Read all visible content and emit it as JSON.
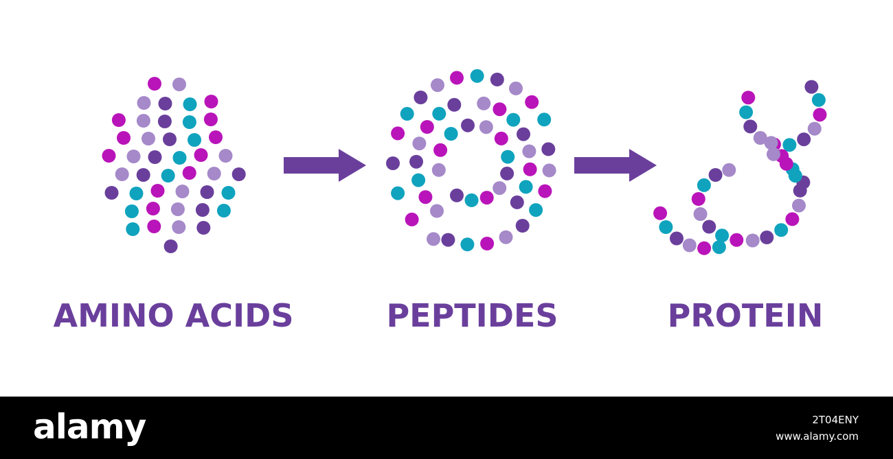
{
  "colors": {
    "background": "#ffffff",
    "accent": "#6a3f9c",
    "dots": [
      "#b914b9",
      "#0fa3be",
      "#6a3f9c",
      "#a589c9"
    ],
    "footer_bg": "#000000",
    "footer_text": "#ffffff"
  },
  "stages": [
    {
      "label": "AMINO ACIDS"
    },
    {
      "label": "PEPTIDES"
    },
    {
      "label": "PROTEIN"
    }
  ],
  "arrow_icon": "right-arrow-icon",
  "watermark": {
    "brand": "alamy",
    "image_id": "2T04ENY",
    "url": "www.alamy.com"
  }
}
